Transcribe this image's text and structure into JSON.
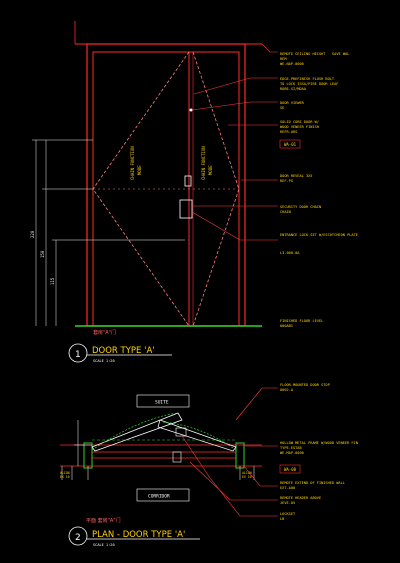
{
  "colors": {
    "background": "#000000",
    "linework": "#ff2a2a",
    "leaders": "#ff3b3b",
    "annotation_text": "#ffd400",
    "door_diamond": "#ff8080",
    "floor": "#2fd52f",
    "titles": "#ffffff",
    "dims": "#f0f0f0"
  },
  "elevation": {
    "callouts": [
      {
        "lines": [
          "REMOTE CEILING HEIGHT",
          "SAVE WOL",
          "REM",
          "WE-NAP-0000"
        ]
      },
      {
        "lines": [
          "EDGE-PREFINISH FLUSH BOLT",
          "TO LOCK ISSA/PIRE DOOR LEAF",
          "ROBE-SI/MDAA"
        ]
      },
      {
        "lines": [
          "DOOR VIEWER",
          "SE"
        ]
      },
      {
        "lines": [
          "SOLID CORE DOOR W/",
          "WOOD VENEER FINISH",
          "REFR-ARS"
        ],
        "tag": "WA-01"
      },
      {
        "lines": [
          "DOOR REVEAL 3X5",
          "REF-PG"
        ]
      },
      {
        "lines": [
          "SECURITY DOOR CHAIN",
          "CHAIN"
        ]
      },
      {
        "lines": [
          "ENTRANCE LOCK SET W/ESCUTCHEON PLATE",
          "L3.000-0A"
        ]
      },
      {
        "lines": [
          "FINISHED FLOOR LEVEL",
          "000ABI"
        ]
      }
    ],
    "swing_labels": [
      "CHAIN FUNCTION",
      "CHAIN FUNCTION"
    ],
    "swing_sub": [
      "MODE",
      "MODE"
    ],
    "dims": [
      "220",
      "150",
      "115"
    ],
    "chinese_label": "套房\"A\"门",
    "title_number": "1",
    "title": "DOOR TYPE 'A'",
    "scale": "SCALE 1:20"
  },
  "plan": {
    "room_labels": [
      "SUITE",
      "CORRIDOR"
    ],
    "callouts": [
      {
        "lines": [
          "FLOOR-MOUNTED DOOR STOP",
          "0002-A"
        ]
      },
      {
        "lines": [
          "HOLLOW METAL FRAME W/WOOD VENEER FIN",
          "TYPE-ESTAB",
          "WE-MAP-0000"
        ],
        "tag": "WA-08"
      },
      {
        "lines": [
          "REMOTE EXTEND OF FINISHED WALL",
          "EXT-A00"
        ]
      },
      {
        "lines": [
          "REMOTE HEADER ABOVE",
          "JEVE-05"
        ]
      },
      {
        "lines": [
          "LOCKSET",
          "LB"
        ]
      }
    ],
    "dim_labels": [
      "ALIGN\nEX 10",
      "ALIGN\nEX 10"
    ],
    "chinese_label": "平面 套房\"A\"门",
    "title_number": "2",
    "title": "PLAN - DOOR TYPE 'A'",
    "scale": "SCALE 1:20"
  }
}
